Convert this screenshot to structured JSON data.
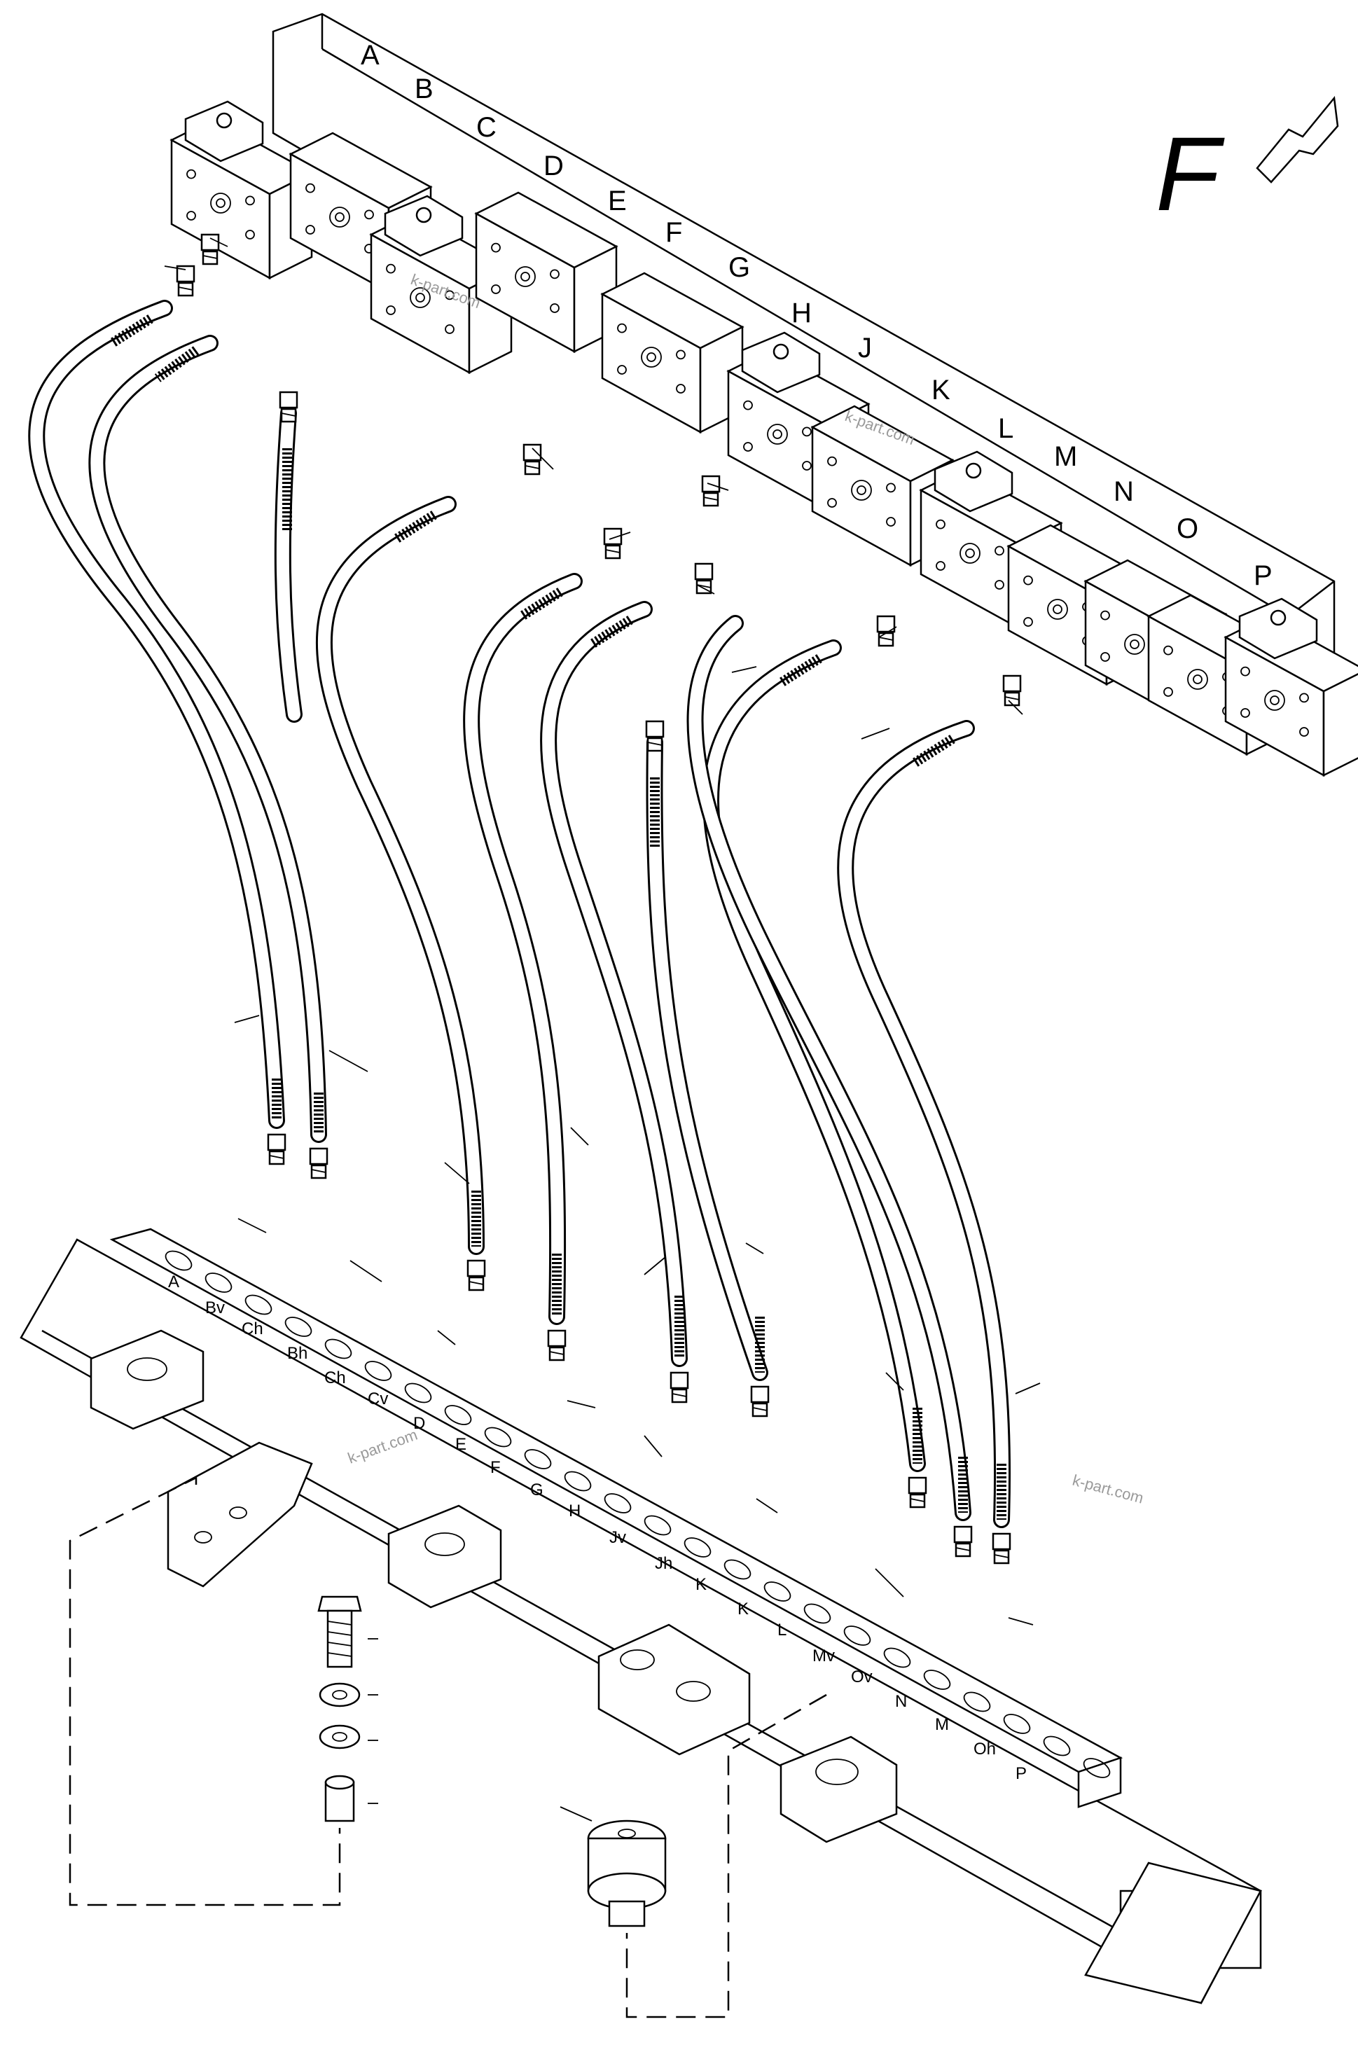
{
  "view": {
    "letter": "F",
    "arrow_icon": "view-direction-arrow-icon"
  },
  "valve_labels": [
    "A",
    "B",
    "C",
    "D",
    "E",
    "F",
    "G",
    "H",
    "J",
    "K",
    "L",
    "M",
    "N",
    "O",
    "P"
  ],
  "port_labels": [
    "A",
    "Bv",
    "Ch",
    "Bh",
    "Ch",
    "Cv",
    "D",
    "E",
    "F",
    "G",
    "H",
    "Jv",
    "Jh",
    "K",
    "K",
    "L",
    "Mv",
    "Ov",
    "N",
    "M",
    "Oh",
    "P"
  ],
  "watermarks": [
    "k-part.com",
    "k-part.com",
    "k-part.com",
    "k-part.com"
  ]
}
